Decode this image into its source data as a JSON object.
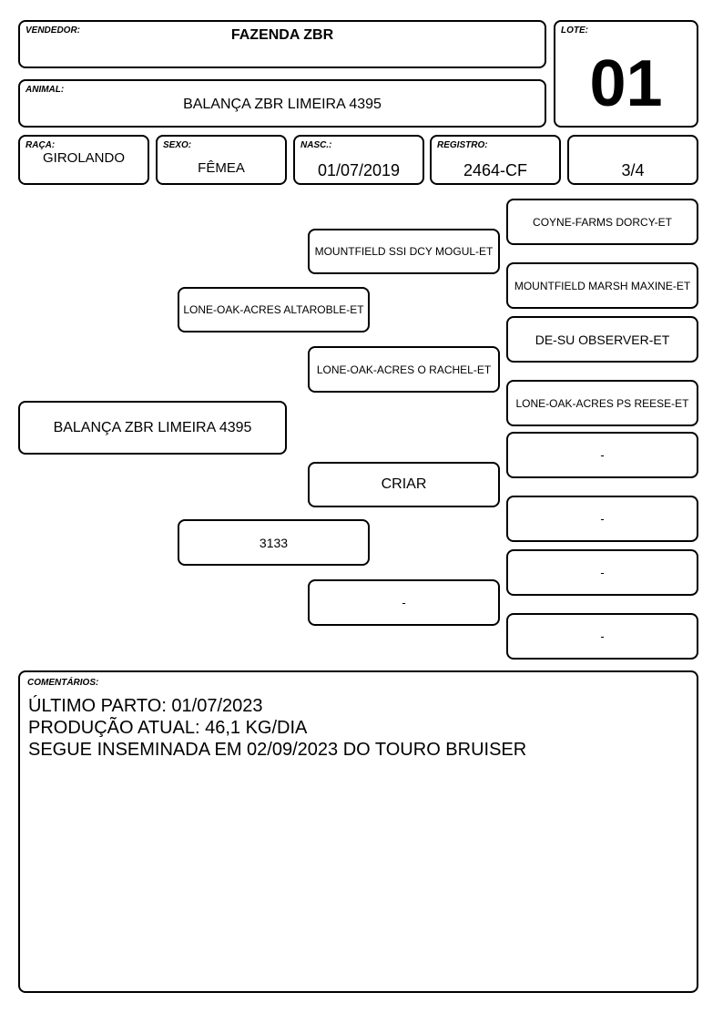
{
  "header": {
    "seller_label": "VENDEDOR:",
    "seller": "FAZENDA ZBR",
    "lot_label": "LOTE:",
    "lot": "01",
    "animal_label": "ANIMAL:",
    "animal": "BALANÇA ZBR LIMEIRA 4395"
  },
  "info": {
    "breed_label": "RAÇA:",
    "breed": "GIROLANDO",
    "sex_label": "SEXO:",
    "sex": "FÊMEA",
    "birth_label": "NASC.:",
    "birth": "01/07/2019",
    "registry_label": "REGISTRO:",
    "registry": "2464-CF",
    "grade": "3/4"
  },
  "pedigree": {
    "animal": "BALANÇA ZBR LIMEIRA 4395",
    "sire": "LONE-OAK-ACRES ALTAROBLE-ET",
    "sire_sire": "MOUNTFIELD SSI DCY MOGUL-ET",
    "sire_dam": "LONE-OAK-ACRES O RACHEL-ET",
    "ggp_1": "COYNE-FARMS DORCY-ET",
    "ggp_2": "MOUNTFIELD MARSH MAXINE-ET",
    "ggp_3": "DE-SU OBSERVER-ET",
    "ggp_4": "LONE-OAK-ACRES PS REESE-ET",
    "dam": "3133",
    "dam_sire": "CRIAR",
    "dam_dam": "-",
    "ggp_5": "-",
    "ggp_6": "-",
    "ggp_7": "-",
    "ggp_8": "-"
  },
  "comments": {
    "label": "COMENTÁRIOS:",
    "lines": [
      "ÚLTIMO PARTO: 01/07/2023",
      "PRODUÇÃO ATUAL: 46,1 KG/DIA",
      "SEGUE INSEMINADA EM 02/09/2023 DO TOURO BRUISER"
    ]
  }
}
